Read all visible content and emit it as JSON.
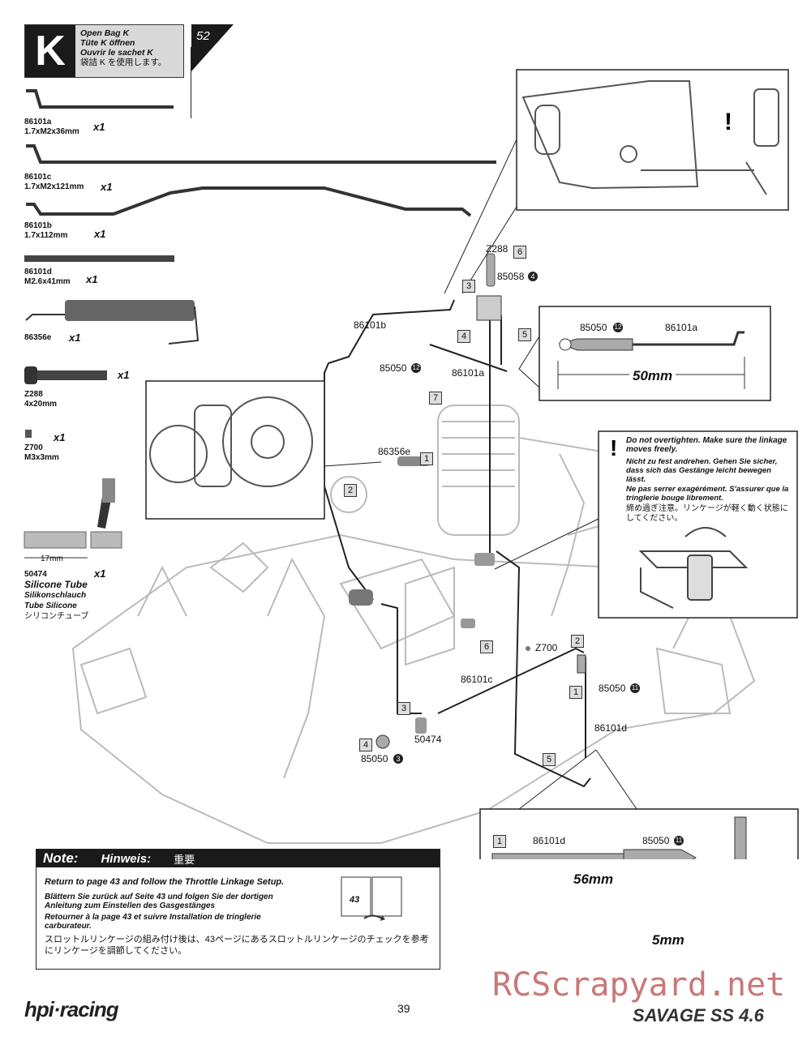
{
  "header": {
    "bag_letter": "K",
    "bag_lines": [
      "Open Bag K",
      "Tüte K öffnen",
      "Ouvrir le sachet K"
    ],
    "bag_jp": "袋詰 K を使用します。",
    "step_number": "52"
  },
  "parts": [
    {
      "code": "86101a",
      "size": "1.7xM2x36mm",
      "qty": "x1"
    },
    {
      "code": "86101c",
      "size": "1.7xM2x121mm",
      "qty": "x1"
    },
    {
      "code": "86101b",
      "size": "1.7x112mm",
      "qty": "x1"
    },
    {
      "code": "86101d",
      "size": "M2.6x41mm",
      "qty": "x1"
    },
    {
      "code": "86356e",
      "size": "",
      "qty": "x1"
    },
    {
      "code": "Z288",
      "size": "4x20mm",
      "qty": "x1"
    },
    {
      "code": "Z700",
      "size": "M3x3mm",
      "qty": "x1"
    }
  ],
  "tube": {
    "length": "17mm",
    "code": "50474",
    "qty": "x1",
    "names": [
      "Silicone Tube",
      "Silikonschlauch",
      "Tube Silicone",
      "シリコンチューブ"
    ]
  },
  "diagram_labels": {
    "z288": "Z288",
    "n85058": "85058",
    "n86101b": "86101b",
    "n85050_12": "85050",
    "n86101a": "86101a",
    "n86356e": "86356e",
    "z700": "Z700",
    "n86101c": "86101c",
    "n85050_11": "85050",
    "n86101d": "86101d",
    "n50474": "50474",
    "n85050_3": "85050"
  },
  "steps": {
    "s1": "1",
    "s2": "2",
    "s3": "3",
    "s4": "4",
    "s5": "5",
    "s6": "6",
    "s7": "7"
  },
  "callout_50": {
    "left_code": "85050",
    "right_code": "86101a",
    "dim": "50mm"
  },
  "callout_56": {
    "step": "1",
    "left_code": "86101d",
    "right_code": "85050",
    "dim": "56mm",
    "dim2": "5mm"
  },
  "warning": {
    "en": "Do not overtighten. Make sure the linkage moves freely.",
    "de": "Nicht zu fest andrehen. Gehen Sie sicher, dass sich das Gestänge leicht bewegen lässt.",
    "fr": "Ne pas serrer exagérément. S'assurer que la tringlerie bouge librement.",
    "jp": "締め過ぎ注意。リンケージが軽く動く状態にしてください。"
  },
  "note": {
    "title_en": "Note:",
    "title_de": "Hinweis:",
    "title_jp": "重要",
    "en": "Return to page 43 and follow the Throttle Linkage Setup.",
    "de": "Blättern Sie zurück auf Seite 43 und folgen Sie der dortigen Anleitung zum Einstellen des Gasgestänges",
    "fr": "Retourner à la page 43 et suivre Installation de tringlerie carburateur.",
    "jp": "スロットルリンケージの組み付け後は、43ページにあるスロットルリンケージのチェックを参考にリンケージを調節してください。",
    "book_page": "43"
  },
  "footer": {
    "brand": "hpi·racing",
    "page_number": "39",
    "product": "SAVAGE SS 4.6",
    "watermark": "RCScrapyard.net"
  }
}
